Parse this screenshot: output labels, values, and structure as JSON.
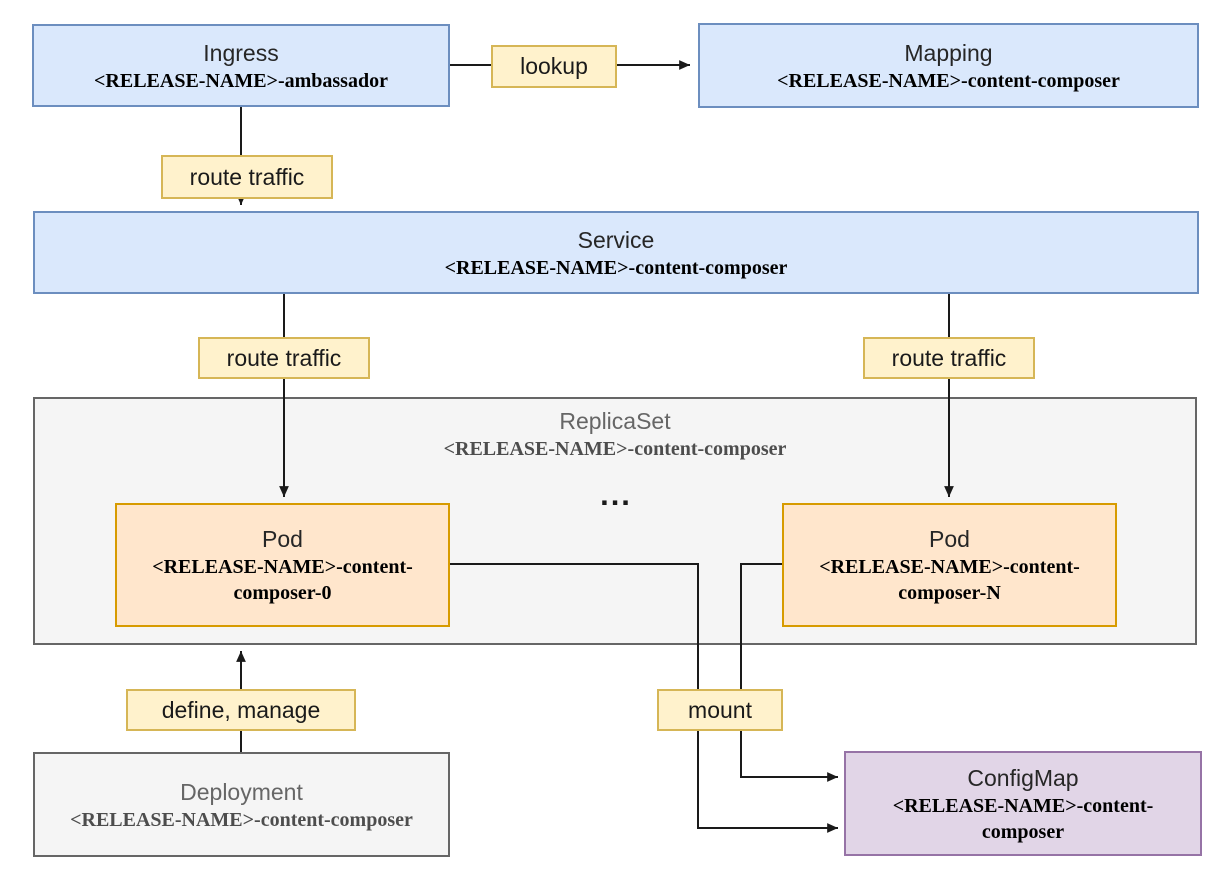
{
  "diagram": {
    "nodes": {
      "ingress": {
        "title": "Ingress",
        "subtitle": "<RELEASE-NAME>-ambassador"
      },
      "mapping": {
        "title": "Mapping",
        "subtitle": "<RELEASE-NAME>-content-composer"
      },
      "service": {
        "title": "Service",
        "subtitle": "<RELEASE-NAME>-content-composer"
      },
      "replicaset": {
        "title": "ReplicaSet",
        "subtitle": "<RELEASE-NAME>-content-composer"
      },
      "pod0": {
        "title": "Pod",
        "subtitle": "<RELEASE-NAME>-content-composer-0"
      },
      "podN": {
        "title": "Pod",
        "subtitle": "<RELEASE-NAME>-content-composer-N"
      },
      "deployment": {
        "title": "Deployment",
        "subtitle": "<RELEASE-NAME>-content-composer"
      },
      "configmap": {
        "title": "ConfigMap",
        "subtitle": "<RELEASE-NAME>-content-composer"
      }
    },
    "edge_labels": {
      "lookup": "lookup",
      "route_traffic_ingress": "route traffic",
      "route_traffic_pod0": "route traffic",
      "route_traffic_podN": "route traffic",
      "define_manage": "define, manage",
      "mount": "mount"
    },
    "ellipsis": "...",
    "colors": {
      "blue_fill": "#dae8fc",
      "blue_border": "#6c8ebf",
      "orange_fill": "#ffe6cc",
      "orange_border": "#d79b00",
      "purple_fill": "#e1d5e7",
      "purple_border": "#9673a6",
      "gray_fill": "#f5f5f5",
      "gray_border": "#666666",
      "label_fill": "#fff2cc",
      "label_border": "#d6b656",
      "edge": "#1a1a1a"
    }
  }
}
